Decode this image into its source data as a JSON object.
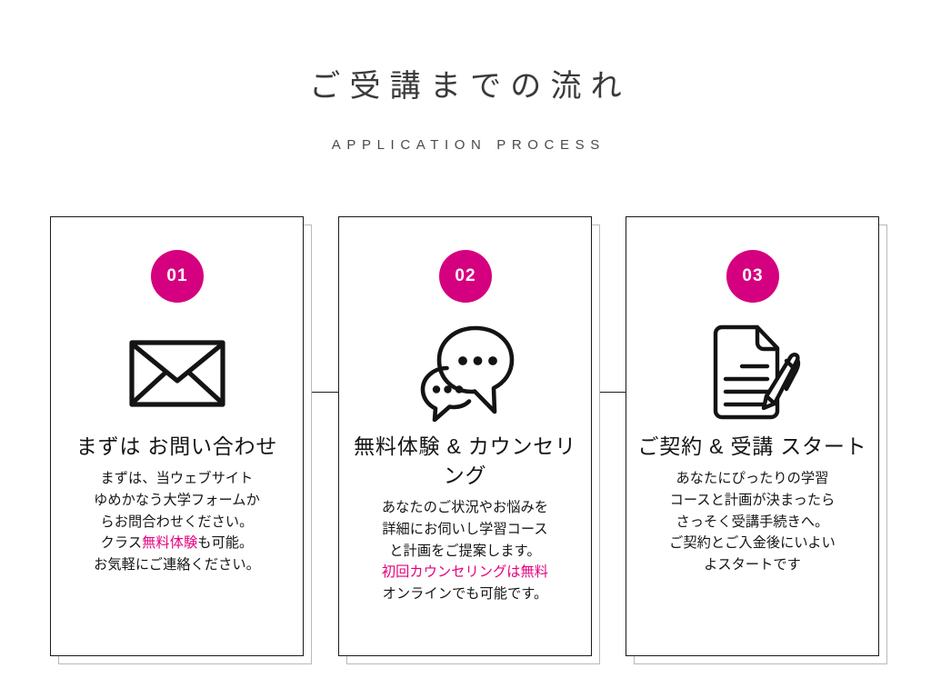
{
  "header": {
    "title": "ご受講までの流れ",
    "subtitle": "APPLICATION PROCESS"
  },
  "theme": {
    "badge_color": "#d5007f",
    "highlight_color": "#e6007e",
    "card_border": "#1a1a1a",
    "ghost_border": "#b9b9b9",
    "background": "#ffffff",
    "text_color": "#151515"
  },
  "steps": [
    {
      "number": "01",
      "icon": "envelope-icon",
      "heading_lines": [
        "まずは",
        "お問い合わせ"
      ],
      "body_lines": [
        [
          {
            "text": "まずは、当ウェブサイト",
            "highlight": false
          }
        ],
        [
          {
            "text": "ゆめかなう大学フォームか",
            "highlight": false
          }
        ],
        [
          {
            "text": "らお問合わせください。",
            "highlight": false
          }
        ],
        [
          {
            "text": "クラス",
            "highlight": false
          },
          {
            "text": "無料体験",
            "highlight": true
          },
          {
            "text": "も可能。",
            "highlight": false
          }
        ],
        [
          {
            "text": "お気軽にご連絡ください。",
            "highlight": false
          }
        ]
      ]
    },
    {
      "number": "02",
      "icon": "speech-bubbles-icon",
      "heading_lines": [
        "無料体験 &",
        "カウンセリング"
      ],
      "body_lines": [
        [
          {
            "text": "あなたのご状況やお悩みを",
            "highlight": false
          }
        ],
        [
          {
            "text": "詳細にお伺いし学習コース",
            "highlight": false
          }
        ],
        [
          {
            "text": "と計画をご提案します。",
            "highlight": false
          }
        ],
        [
          {
            "text": "初回カウンセリングは無料",
            "highlight": true
          }
        ],
        [
          {
            "text": "オンラインでも可能です。",
            "highlight": false
          }
        ]
      ]
    },
    {
      "number": "03",
      "icon": "document-pencil-icon",
      "heading_lines": [
        "ご契約 & 受講",
        "スタート"
      ],
      "body_lines": [
        [
          {
            "text": "あなたにぴったりの学習",
            "highlight": false
          }
        ],
        [
          {
            "text": "コースと計画が決まったら",
            "highlight": false
          }
        ],
        [
          {
            "text": "さっそく受講手続きへ。",
            "highlight": false
          }
        ],
        [
          {
            "text": "ご契約とご入金後にいよい",
            "highlight": false
          }
        ],
        [
          {
            "text": "よスタートです",
            "highlight": false
          }
        ]
      ]
    }
  ]
}
